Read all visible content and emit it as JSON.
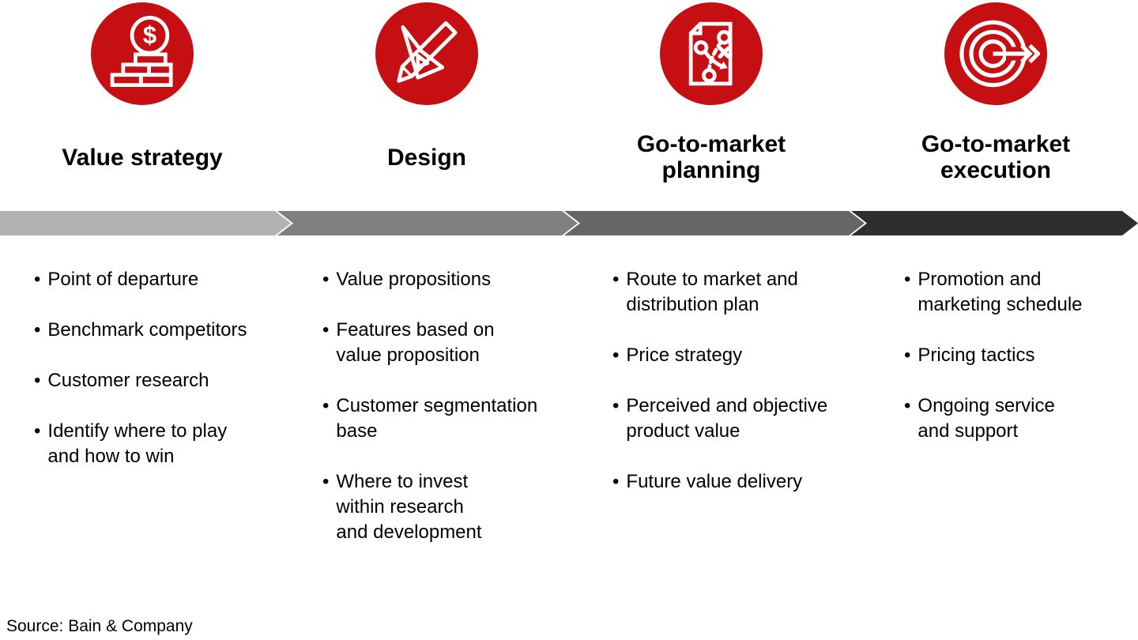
{
  "colors": {
    "brand_red": "#c50f12",
    "band_segment_1": "#b2b2b2",
    "band_segment_2": "#808080",
    "band_segment_3": "#666666",
    "band_segment_4": "#2e2e2e",
    "icon_stroke": "#ffffff",
    "text": "#000000"
  },
  "glyphs": {
    "bullet": "•",
    "dollar": "$"
  },
  "columns": [
    {
      "id": "value-strategy",
      "icon": "money-steps-icon",
      "title": "Value strategy",
      "items": [
        {
          "text": "Point of departure"
        },
        {
          "text": "Benchmark competitors"
        },
        {
          "text": "Customer research"
        },
        {
          "text": "Identify where to play\nand how to win"
        }
      ]
    },
    {
      "id": "design",
      "icon": "pencil-set-square-icon",
      "title": "Design",
      "items": [
        {
          "text": "Value propositions"
        },
        {
          "text": "Features based on\nvalue proposition"
        },
        {
          "text": "Customer segmentation\nbase"
        },
        {
          "text": "Where to invest\nwithin research\nand development"
        }
      ]
    },
    {
      "id": "go-to-market-planning",
      "icon": "strategy-playbook-icon",
      "title": "Go-to-market\nplanning",
      "items": [
        {
          "text": "Route to market and\ndistribution plan"
        },
        {
          "text": "Price strategy"
        },
        {
          "text": "Perceived and objective\nproduct value"
        },
        {
          "text": "Future value delivery"
        }
      ]
    },
    {
      "id": "go-to-market-execution",
      "icon": "target-dart-icon",
      "title": "Go-to-market\nexecution",
      "items": [
        {
          "text": "Promotion and\nmarketing schedule"
        },
        {
          "text": "Pricing tactics"
        },
        {
          "text": "Ongoing service\nand support"
        }
      ]
    }
  ],
  "footer": {
    "source_note": "Source: Bain & Company"
  }
}
